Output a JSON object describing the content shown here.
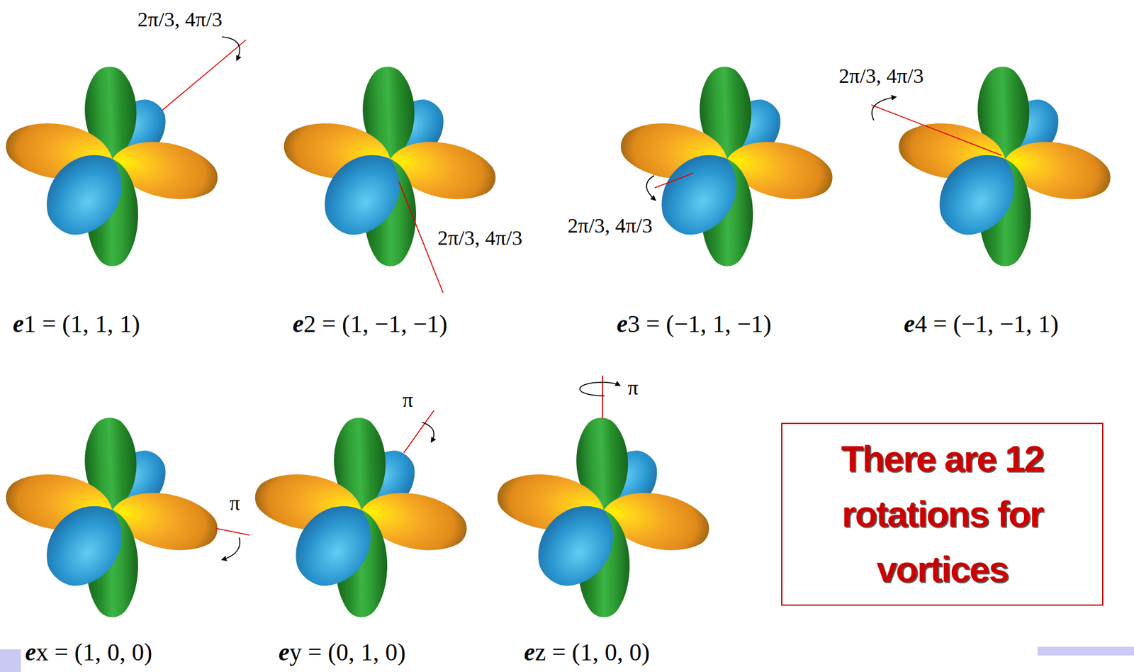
{
  "diagram": {
    "nodes": [
      {
        "text": [
          "There are 12 rotations for vortices"
        ]
      }
    ],
    "labels": [
      "2π/3, 4π/3",
      "2π/3, 4π/3",
      "2π/3, 4π/3",
      "2π/3, 4π/3",
      "e1 = (1, 1, 1)",
      "e2 = (1, −1, −1)",
      "e3 = (−1, 1, −1)",
      "e4 = (−1, −1, 1)",
      "π",
      "π",
      "π",
      "ex = (1, 0, 0)",
      "ey = (0, 1, 0)",
      "ez = (1, 0, 0)"
    ]
  }
}
